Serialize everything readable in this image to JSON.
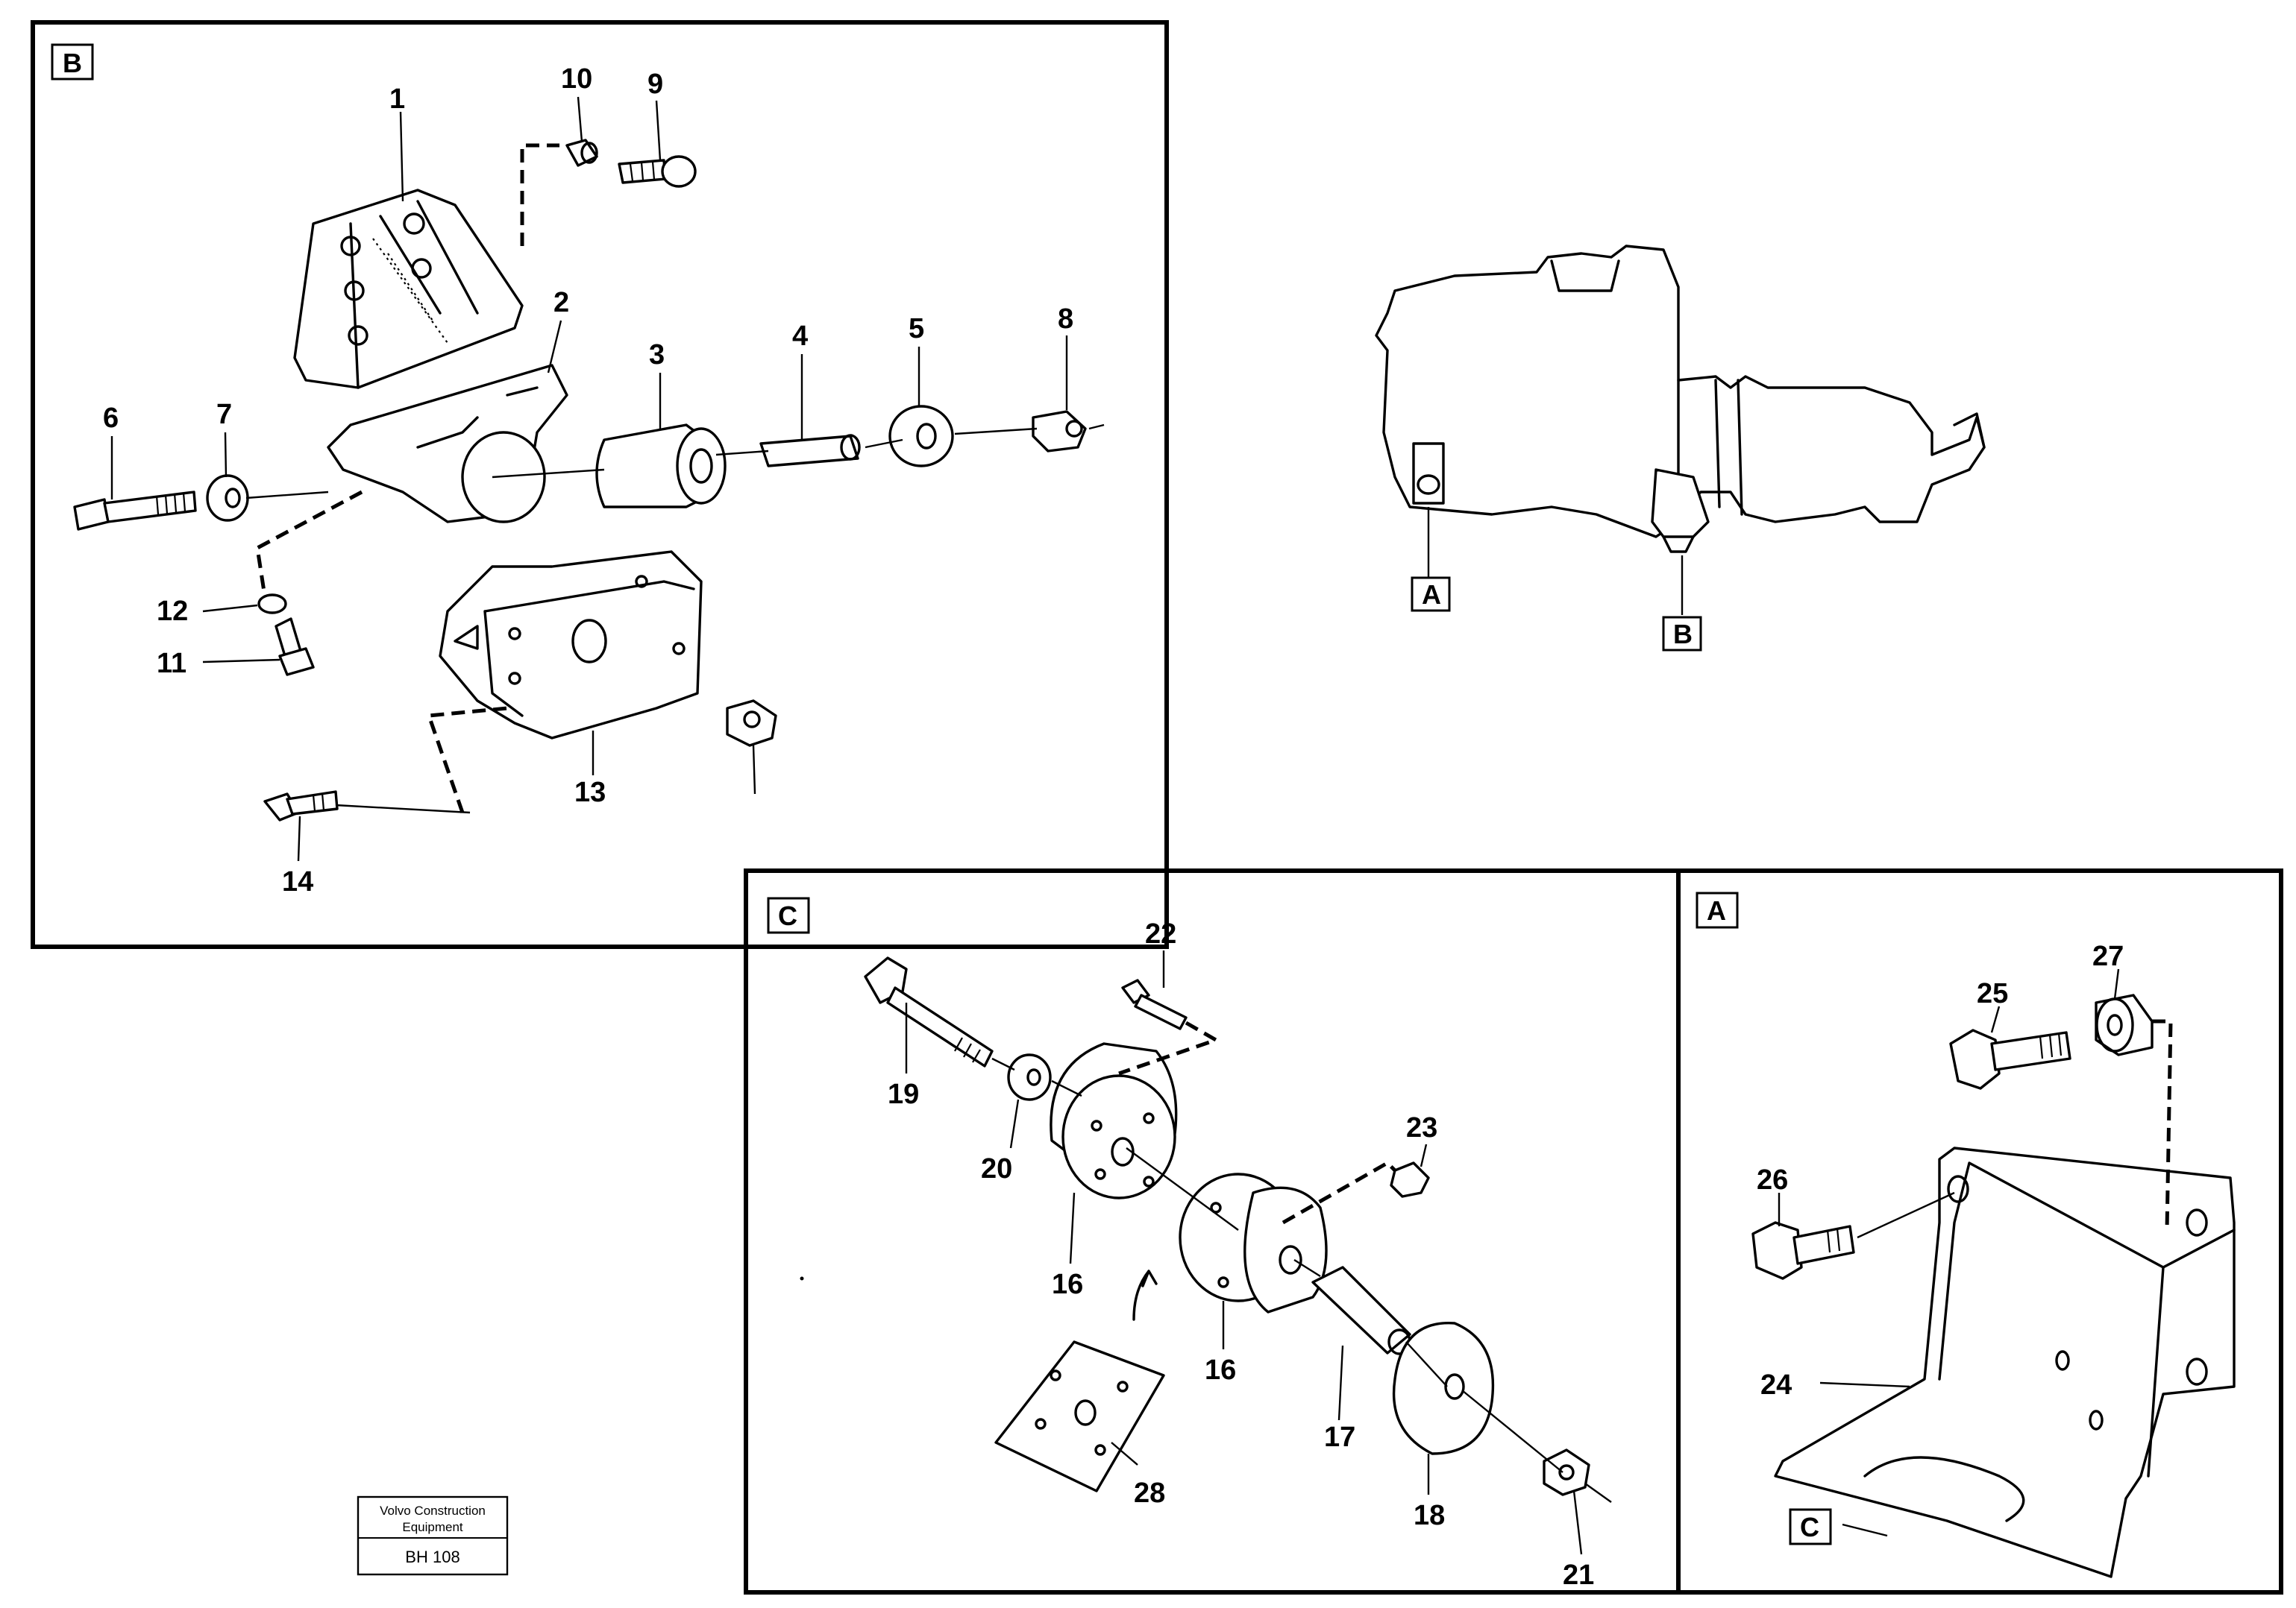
{
  "views": {
    "b_label": "B",
    "c_label": "C",
    "a_label": "A",
    "overview_a": "A",
    "overview_b": "B",
    "ref_c": "C"
  },
  "part_numbers": {
    "p1": "1",
    "p2": "2",
    "p3": "3",
    "p4": "4",
    "p5": "5",
    "p6": "6",
    "p7": "7",
    "p8": "8",
    "p9": "9",
    "p10": "10",
    "p11": "11",
    "p12": "12",
    "p13": "13",
    "p14": "14",
    "p16a": "16",
    "p16b": "16",
    "p17": "17",
    "p18": "18",
    "p19": "19",
    "p20": "20",
    "p21": "21",
    "p22": "22",
    "p23": "23",
    "p24": "24",
    "p25": "25",
    "p26": "26",
    "p27": "27",
    "p28": "28"
  },
  "title_block": {
    "line1": "Volvo Construction",
    "line2": "Equipment",
    "code": "BH 108"
  }
}
